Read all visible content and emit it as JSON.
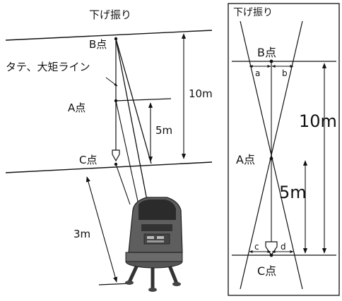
{
  "left": {
    "title": "下げ振り",
    "label_b": "B点",
    "label_a": "A点",
    "label_c": "C点",
    "line_label": "タテ、大矩ライン",
    "dim_10m": "10m",
    "dim_5m": "5m",
    "dim_3m": "3m"
  },
  "right": {
    "title": "下げ振り",
    "label_b": "B点",
    "label_a": "A点",
    "label_c": "C点",
    "dim_10m": "10m",
    "dim_5m": "5m",
    "gap_a": "a",
    "gap_b": "b",
    "gap_c": "c",
    "gap_d": "d"
  }
}
